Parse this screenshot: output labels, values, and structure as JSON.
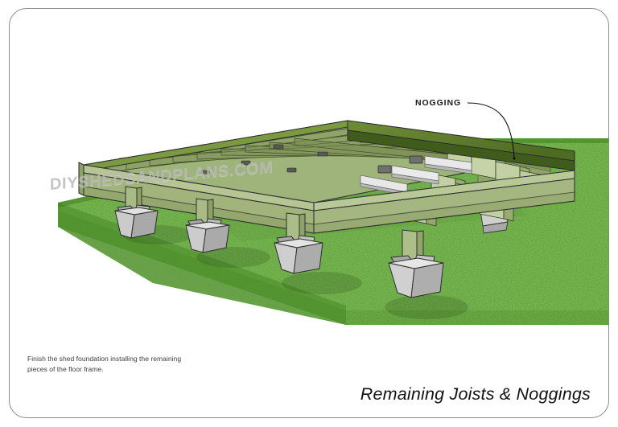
{
  "page": {
    "title": "Remaining Joists & Noggings",
    "watermark": "DIYSHEDSANDPLANS.COM",
    "caption_line1": "Finish the shed foundation installing  the remaining",
    "caption_line2": "pieces of the floor frame."
  },
  "callouts": [
    {
      "label": "NOGGING",
      "target": "nogging-between-joists"
    }
  ],
  "colors": {
    "border": "#8a8a8a",
    "background": "#ffffff",
    "grass_light": "#6ab03a",
    "grass_mid": "#4e9a2c",
    "grass_dark": "#3d7f22",
    "lumber_top": "#b3c48f",
    "lumber_face": "#a7bb80",
    "lumber_side": "#8fa768",
    "lumber_rim": "#5d7c2e",
    "lumber_dark": "#49631f",
    "concrete_light": "#dedede",
    "concrete_mid": "#bfbfbf",
    "concrete_dark": "#9a9a9a",
    "outline": "#2b2b2b",
    "watermark": "#b9b9b9",
    "text": "#3a3f45",
    "title": "#111214"
  },
  "scene": {
    "name": "shed-floor-frame-isometric",
    "description": "Isometric shed floor frame on concrete pier blocks over grass",
    "joist_count": 9,
    "nogging_count": 8,
    "pier_block_count": 7,
    "post_count": 4
  }
}
